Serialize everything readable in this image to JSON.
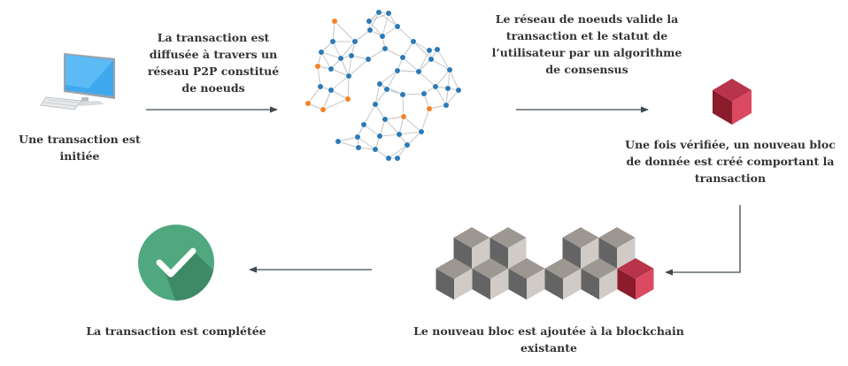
{
  "steps": {
    "initiated": {
      "lines": [
        "Une transaction est",
        "initiée"
      ],
      "icon": "computer-icon"
    },
    "broadcast": {
      "lines": [
        "La transaction est",
        "diffusée à travers un",
        "réseau P2P constitué",
        "de noeuds"
      ],
      "icon": "network-graph-icon"
    },
    "validation": {
      "lines": [
        "Le réseau de noeuds valide la",
        "transaction et le statut de",
        "l’utilisateur par un algorithme",
        "de consensus"
      ]
    },
    "new_block": {
      "lines": [
        "Une fois vérifiée, un nouveau bloc",
        "de donnée est créé comportant la",
        "transaction"
      ],
      "icon": "block-cube-icon"
    },
    "added": {
      "lines": [
        "Le nouveau bloc est ajoutée à la blockchain",
        "existante"
      ],
      "icon": "blockchain-cubes-icon"
    },
    "completed": {
      "lines": [
        "La transaction est complétée"
      ],
      "icon": "checkmark-circle-icon"
    }
  },
  "colors": {
    "arrow": "#3f4a52",
    "node_blue": "#2a7ab8",
    "node_orange": "#f58225",
    "edge": "#c8c8c8",
    "check_green": "#4fa87e",
    "check_shadow": "#3f8a66",
    "cube_top": "#9d9792",
    "cube_left": "#646464",
    "cube_right": "#d0cbc6",
    "red_top": "#b8344a",
    "red_left": "#8a1c2c",
    "red_right": "#dc4a62"
  }
}
